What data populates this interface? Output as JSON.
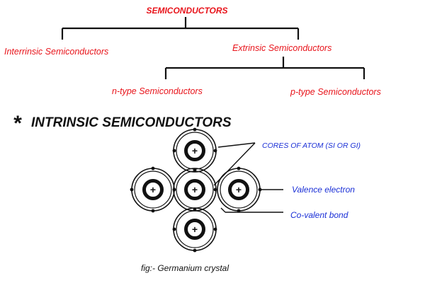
{
  "tree": {
    "root": "SEMICONDUCTORS",
    "left_child": "Interrinsic Semiconductors",
    "right_child": "Extrinsic Semiconductors",
    "right_left": "n-type Semiconductors",
    "right_right": "p-type Semiconductors"
  },
  "section": {
    "bullet": "*",
    "title": "INTRINSIC SEMICONDUCTORS"
  },
  "labels": {
    "cores": "CORES OF ATOM (SI OR GI)",
    "valence": "Valence electron",
    "covalent": "Co-valent bond"
  },
  "atoms": {
    "nucleus_symbol": "+"
  },
  "caption": "fig:- Germanium crystal",
  "colors": {
    "tree_text": "#e8141b",
    "label_text": "#1a2fd6",
    "ink": "#111111"
  }
}
